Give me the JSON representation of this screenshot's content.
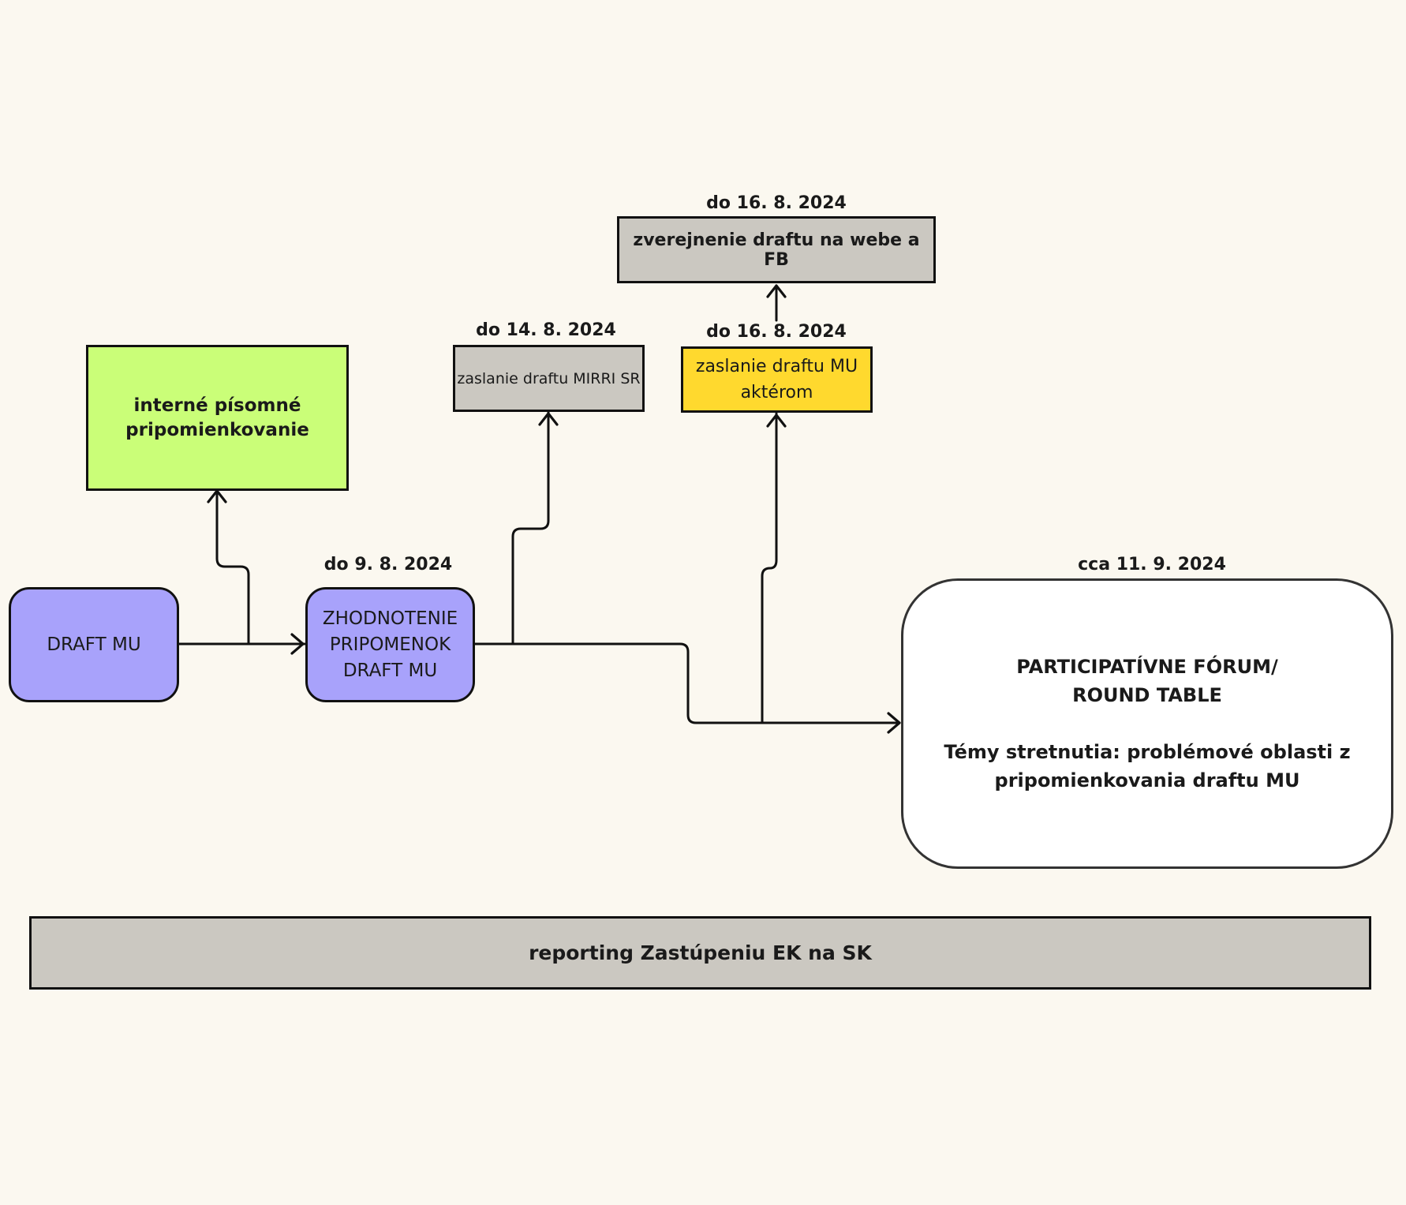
{
  "diagram": {
    "nodes": {
      "draft_mu": {
        "label": "DRAFT MU",
        "color": "#A8A2FB"
      },
      "zhodnotenie": {
        "label": "ZHODNOTENIE\nPRIPOMENOK\nDRAFT MU",
        "date": "do 9. 8. 2024",
        "color": "#A8A2FB"
      },
      "interne": {
        "label": "interné písomné\npripomienkovanie",
        "color": "#CAFE78"
      },
      "mirri": {
        "label": "zaslanie draftu MIRRI SR",
        "date": "do 14. 8. 2024",
        "color": "#CBC8C1"
      },
      "akterom": {
        "label": "zaslanie draftu MU\naktérom",
        "date": "do 16. 8. 2024",
        "color": "#FFD92E"
      },
      "zverejnenie": {
        "label": "zverejnenie draftu na webe a FB",
        "date": "do 16. 8. 2024",
        "color": "#CBC8C1"
      },
      "forum": {
        "title": "PARTICIPATÍVNE FÓRUM/\nROUND TABLE",
        "topics": "Témy stretnutia: problémové oblasti z\npripomienkovania draftu MU",
        "date": "cca 11. 9. 2024",
        "color": "#FFFFFF"
      },
      "reporting": {
        "label": "reporting Zastúpeniu EK na SK",
        "color": "#CBC8C1"
      }
    },
    "edges": [
      {
        "from": "draft_mu",
        "to": "zhodnotenie"
      },
      {
        "from": "draft_mu",
        "to": "interne"
      },
      {
        "from": "zhodnotenie",
        "to": "mirri"
      },
      {
        "from": "zhodnotenie",
        "to": "forum"
      },
      {
        "from": "zhodnotenie",
        "to": "akterom"
      },
      {
        "from": "akterom",
        "to": "zverejnenie"
      }
    ],
    "background": "#FBF8F0",
    "line_color": "#111111"
  }
}
